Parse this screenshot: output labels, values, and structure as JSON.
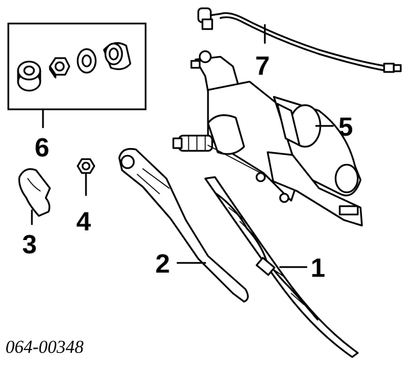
{
  "diagram": {
    "callouts": {
      "c1": "1",
      "c2": "2",
      "c3": "3",
      "c4": "4",
      "c5": "5",
      "c6": "6",
      "c7": "7"
    },
    "reference_number": "064-00348"
  }
}
